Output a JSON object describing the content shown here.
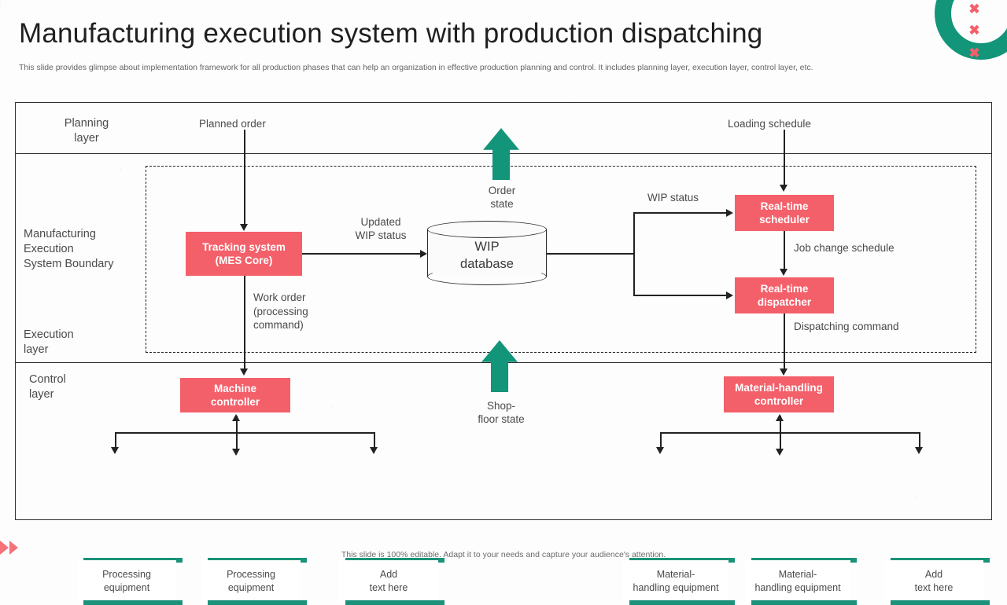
{
  "slide": {
    "title": "Manufacturing execution system with production dispatching",
    "subtitle": "This slide provides glimpse about implementation framework for all production phases that can help an organization in effective  production planning and control. It includes planning layer, execution layer,  control layer,  etc.",
    "footer": "This slide is 100% editable. Adapt it to your needs and capture your audience's attention."
  },
  "colors": {
    "accent_red": "#F4606A",
    "accent_green": "#13957A",
    "equipment_bar_green": "#1B9279",
    "line": "#222222",
    "text": "#4A4A4A"
  },
  "layers": {
    "planning": "Planning\nlayer",
    "planning_line1": "Planning",
    "planning_line2": "layer",
    "mes_boundary_line1": "Manufacturing",
    "mes_boundary_line2": "Execution",
    "mes_boundary_line3": "System Boundary",
    "execution_line1": "Execution",
    "execution_line2": "layer",
    "control_line1": "Control",
    "control_line2": "layer"
  },
  "nodes": {
    "tracking_system_line1": "Tracking system",
    "tracking_system_line2": "(MES Core)",
    "wip_database_line1": "WIP",
    "wip_database_line2": "database",
    "realtime_scheduler_line1": "Real-time",
    "realtime_scheduler_line2": "scheduler",
    "realtime_dispatcher_line1": "Real-time",
    "realtime_dispatcher_line2": "dispatcher",
    "machine_controller_line1": "Machine",
    "machine_controller_line2": "controller",
    "material_handling_controller_line1": "Material-handling",
    "material_handling_controller_line2": "controller"
  },
  "flows": {
    "planned_order": "Planned order",
    "loading_schedule": "Loading schedule",
    "order_state_line1": "Order",
    "order_state_line2": "state",
    "updated_wip_line1": "Updated",
    "updated_wip_line2": "WIP  status",
    "wip_status": "WIP  status",
    "job_change_schedule": "Job change  schedule",
    "dispatching_command": "Dispatching command",
    "work_order_line1": "Work order",
    "work_order_line2": "(processing",
    "work_order_line3": "command)",
    "shop_floor_state_line1": "Shop-",
    "shop_floor_state_line2": "floor  state"
  },
  "equipment": [
    {
      "line1": "Processing",
      "line2": "equipment"
    },
    {
      "line1": "Processing",
      "line2": "equipment"
    },
    {
      "line1": "Add",
      "line2": "text here"
    },
    {
      "line1": "Material-",
      "line2": "handling  equipment"
    },
    {
      "line1": "Material-",
      "line2": "handling  equipment"
    },
    {
      "line1": "Add",
      "line2": "text here"
    }
  ],
  "decorations": {
    "x_mark": "✖",
    "ring": "green-ring"
  }
}
